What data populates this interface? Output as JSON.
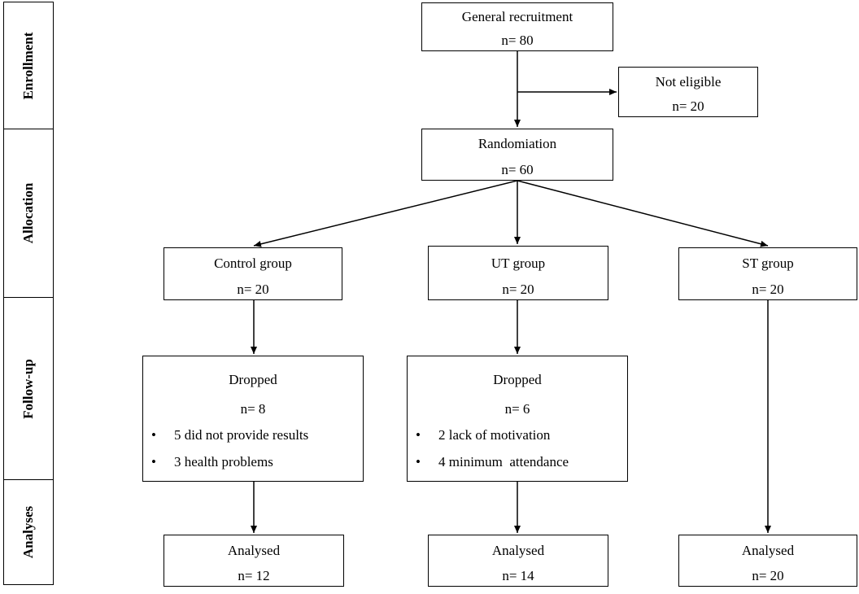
{
  "stages": [
    "Enrollment",
    "Allocation",
    "Follow-up",
    "Analyses"
  ],
  "recruitment": {
    "title": "General recruitment",
    "n": "n= 80"
  },
  "not_eligible": {
    "title": "Not eligible",
    "n": "n= 20"
  },
  "randomisation": {
    "title": "Randomiation",
    "n": "n= 60"
  },
  "groups": [
    {
      "title": "Control group",
      "n": "n= 20"
    },
    {
      "title": "UT group",
      "n": "n= 20"
    },
    {
      "title": "ST group",
      "n": "n= 20"
    }
  ],
  "dropped": [
    {
      "title": "Dropped",
      "n": "n= 8",
      "reasons": [
        "5 did not provide results",
        "3 health problems"
      ]
    },
    {
      "title": "Dropped",
      "n": "n= 6",
      "reasons": [
        "2 lack of motivation",
        "4 minimum  attendance"
      ]
    }
  ],
  "analysed": [
    {
      "title": "Analysed",
      "n": "n= 12"
    },
    {
      "title": "Analysed",
      "n": "n= 14"
    },
    {
      "title": "Analysed",
      "n": "n= 20"
    }
  ],
  "bullet_glyph": "•"
}
